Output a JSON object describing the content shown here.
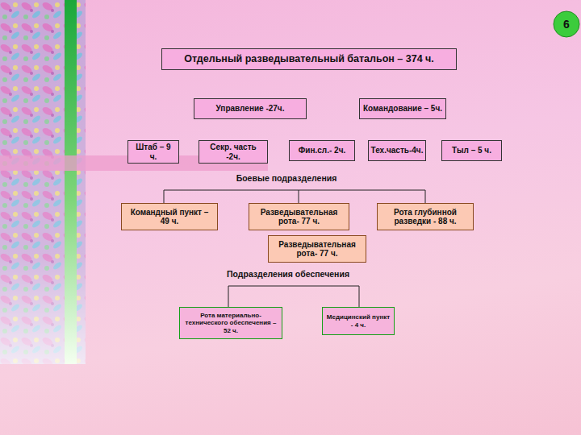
{
  "diagram": {
    "title": "Отдельный разведывательный батальон – 374 ч.",
    "nodes": [
      {
        "text": [
          "Отдельный разведывательный батальон – 374 ч."
        ]
      },
      {
        "text": [
          "Управление -27ч."
        ]
      },
      {
        "text": [
          "Командование – 5ч."
        ]
      },
      {
        "text": [
          "Штаб – 9 ч."
        ]
      },
      {
        "text": [
          "Секр. часть -2ч."
        ]
      },
      {
        "text": [
          "Фин.сл.- 2ч."
        ]
      },
      {
        "text": [
          "Тех.часть-4ч."
        ]
      },
      {
        "text": [
          "Тыл – 5 ч."
        ]
      },
      {
        "text": [
          "Командный пункт – 49 ч."
        ]
      },
      {
        "text": [
          "Разведывательная рота- 77 ч."
        ]
      },
      {
        "text": [
          "Разведывательная рота- 77 ч."
        ]
      },
      {
        "text": [
          "Рота глубинной разведки - 88 ч."
        ]
      },
      {
        "text": [
          "Рота материально-технического обеспечения – 52 ч."
        ]
      },
      {
        "text": [
          "Медицинский пункт - 4 ч."
        ]
      }
    ],
    "labels": [
      "Боевые подразделения",
      "Подразделения обеспечения",
      "6"
    ]
  }
}
